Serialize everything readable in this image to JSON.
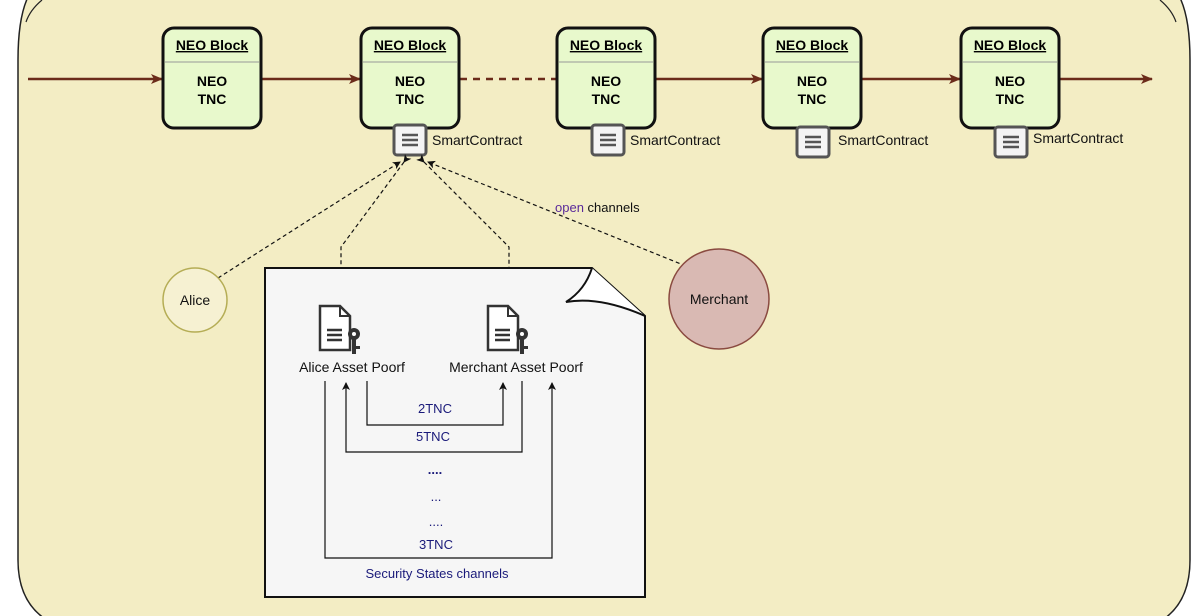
{
  "blocks": [
    {
      "title": "NEO Block",
      "line1": "NEO",
      "line2": "TNC"
    },
    {
      "title": "NEO Block",
      "line1": "NEO",
      "line2": "TNC"
    },
    {
      "title": "NEO Block",
      "line1": "NEO",
      "line2": "TNC"
    },
    {
      "title": "NEO Block",
      "line1": "NEO",
      "line2": "TNC"
    },
    {
      "title": "NEO Block",
      "line1": "NEO",
      "line2": "TNC"
    }
  ],
  "smart_contract_label": "SmartContract",
  "actors": {
    "alice": "Alice",
    "merchant": "Merchant"
  },
  "open_channels": {
    "open": "open",
    "rest": " channels"
  },
  "document": {
    "alice_proof": "Alice Asset Poorf",
    "merchant_proof": "Merchant Asset Poorf",
    "transfers": [
      "2TNC",
      "5TNC",
      "....",
      "...",
      "....",
      "3TNC"
    ],
    "footer": "Security States channels"
  },
  "colors": {
    "background": "#f3edc4",
    "block_fill": "#e8f9cc",
    "arrow": "#6b2b1a",
    "merchant_fill": "#d9b9b3",
    "alice_fill": "#f6f1d2",
    "doc_fill": "#f6f6f6"
  }
}
